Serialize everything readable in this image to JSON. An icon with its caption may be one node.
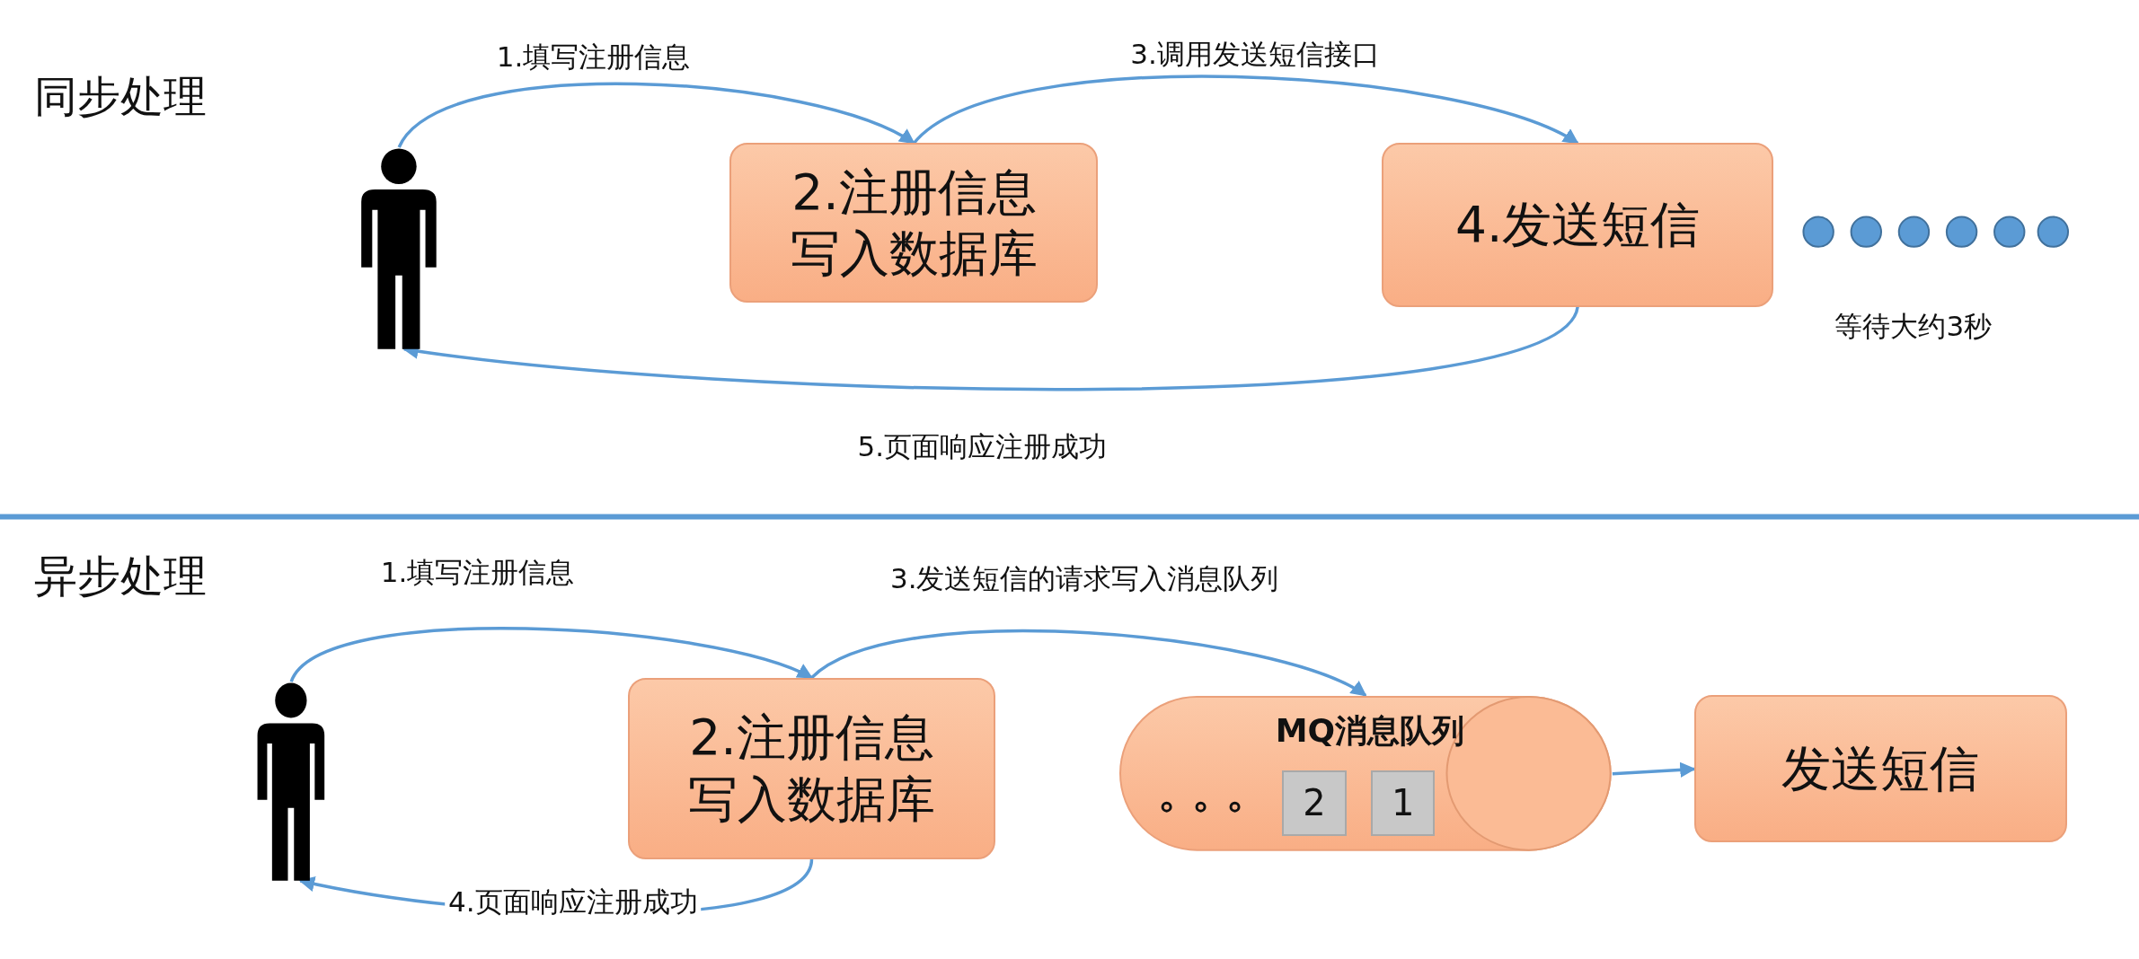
{
  "diagram": {
    "nodes": [
      {
        "text": [],
        "shape": "person"
      },
      {
        "text": [
          "2.注册信息写入数据库"
        ]
      },
      {
        "text": [
          "4.发送短信"
        ]
      },
      {
        "text": [],
        "shape": "person"
      },
      {
        "text": [
          "2.注册信息写入数据库"
        ]
      },
      {
        "text": [
          "MQ消息队列"
        ]
      },
      {
        "text": [
          "2"
        ],
        "in": 5
      },
      {
        "text": [
          "1"
        ],
        "in": 5
      },
      {
        "text": [
          "发送短信"
        ]
      }
    ],
    "edges": [
      {
        "from": 0,
        "to": 1,
        "arrow": "to",
        "label": "1.填写注册信息"
      },
      {
        "from": 1,
        "to": 2,
        "arrow": "to",
        "label": "3.调用发送短信接口"
      },
      {
        "from": 2,
        "to": 0,
        "arrow": "to",
        "label": "5.页面响应注册成功"
      },
      {
        "from": 3,
        "to": 4,
        "arrow": "to",
        "label": "1.填写注册信息"
      },
      {
        "from": 4,
        "to": 5,
        "arrow": "to",
        "label": "3.发送短信的请求写入消息队列"
      },
      {
        "from": 5,
        "to": 8,
        "arrow": "to"
      },
      {
        "from": 4,
        "to": 3,
        "arrow": "to",
        "label": "4.页面响应注册成功"
      }
    ],
    "labels": [
      "同步处理",
      "等待大约3秒",
      "异步处理"
    ]
  }
}
